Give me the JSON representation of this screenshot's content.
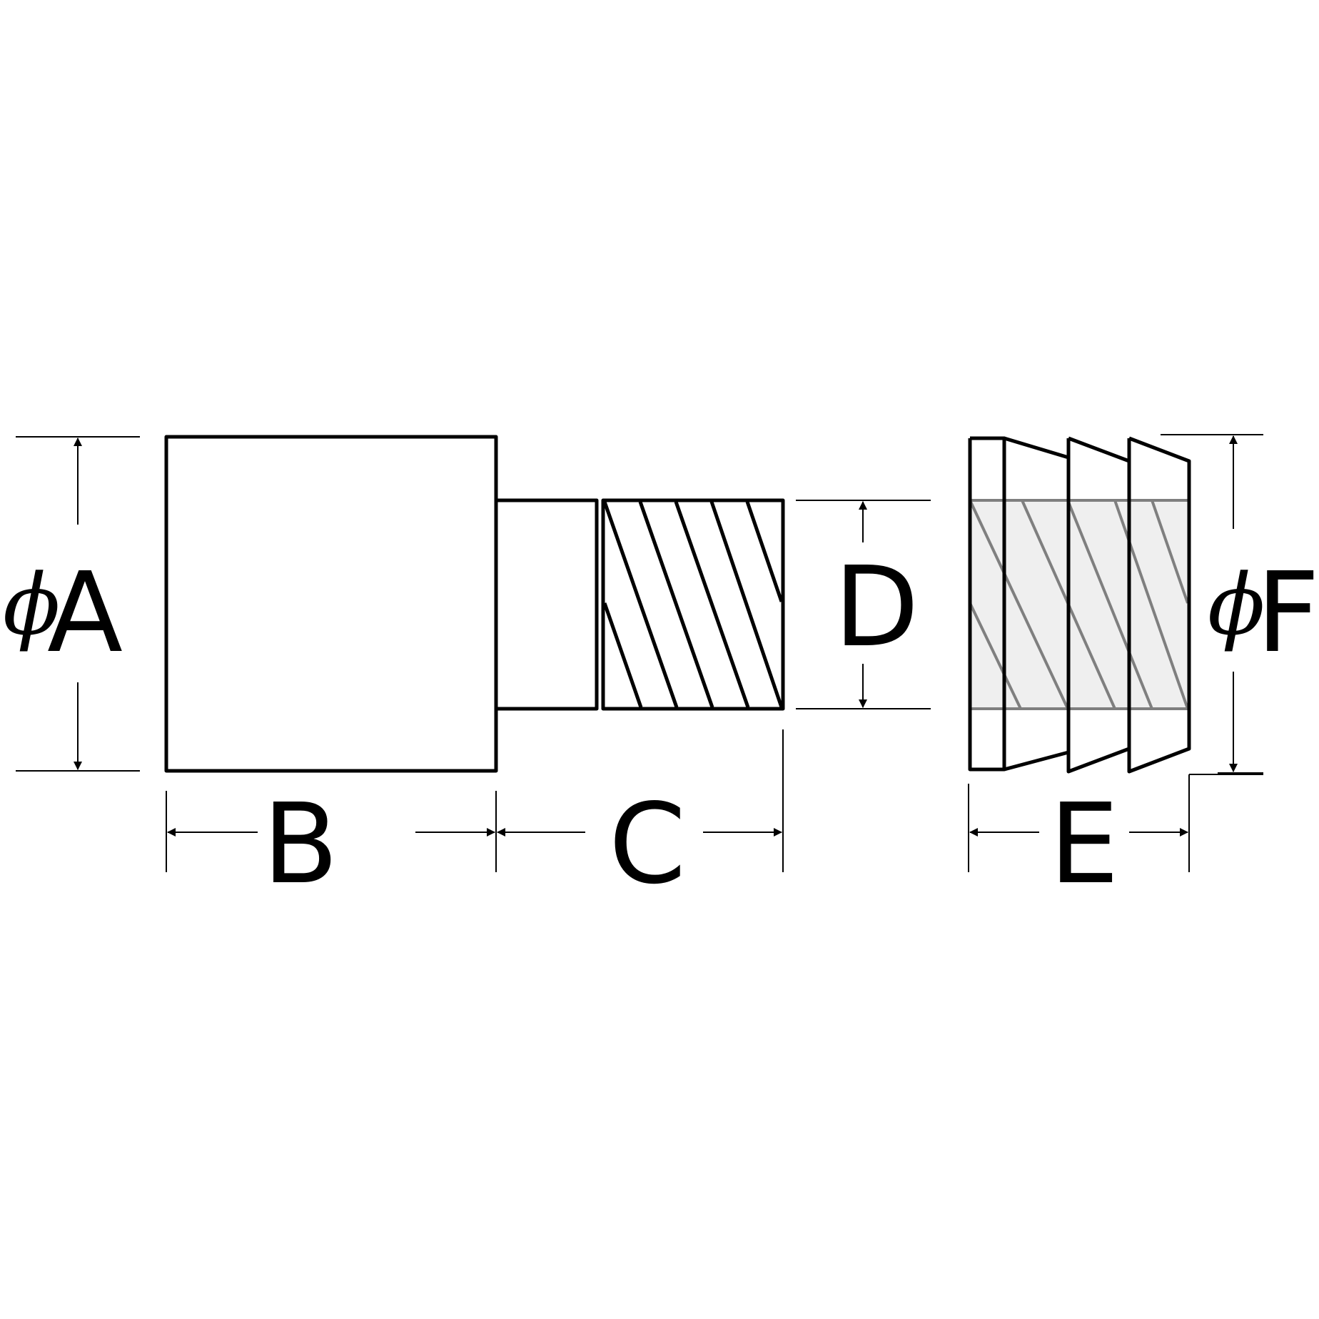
{
  "labels": {
    "a": "A",
    "b": "B",
    "c": "C",
    "d": "D",
    "e": "E",
    "f": "F",
    "phi": "ϕ"
  },
  "colors": {
    "ink": "#000000",
    "insert_outline": "#7f7f7f",
    "insert_fill": "#efefef",
    "background": "#ffffff"
  }
}
